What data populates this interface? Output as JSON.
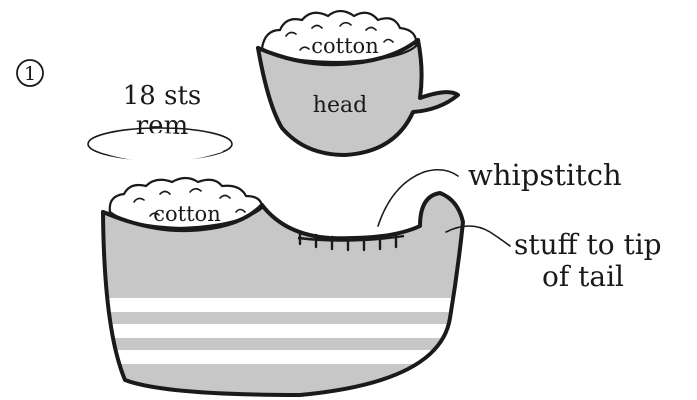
{
  "step_number": "1",
  "labels": {
    "head_stuffing": "cotton",
    "head": "head",
    "rem_count": "18 sts",
    "rem_word": "rem",
    "body_stuffing": "cotton",
    "whipstitch": "whipstitch",
    "stuff_line1": "stuff to tip",
    "stuff_line2": "of tail"
  },
  "colors": {
    "piece_fill": "#c7c7c7",
    "stripe": "#ffffff",
    "outline": "#1a1a1a",
    "stuffing": "#ffffff"
  }
}
